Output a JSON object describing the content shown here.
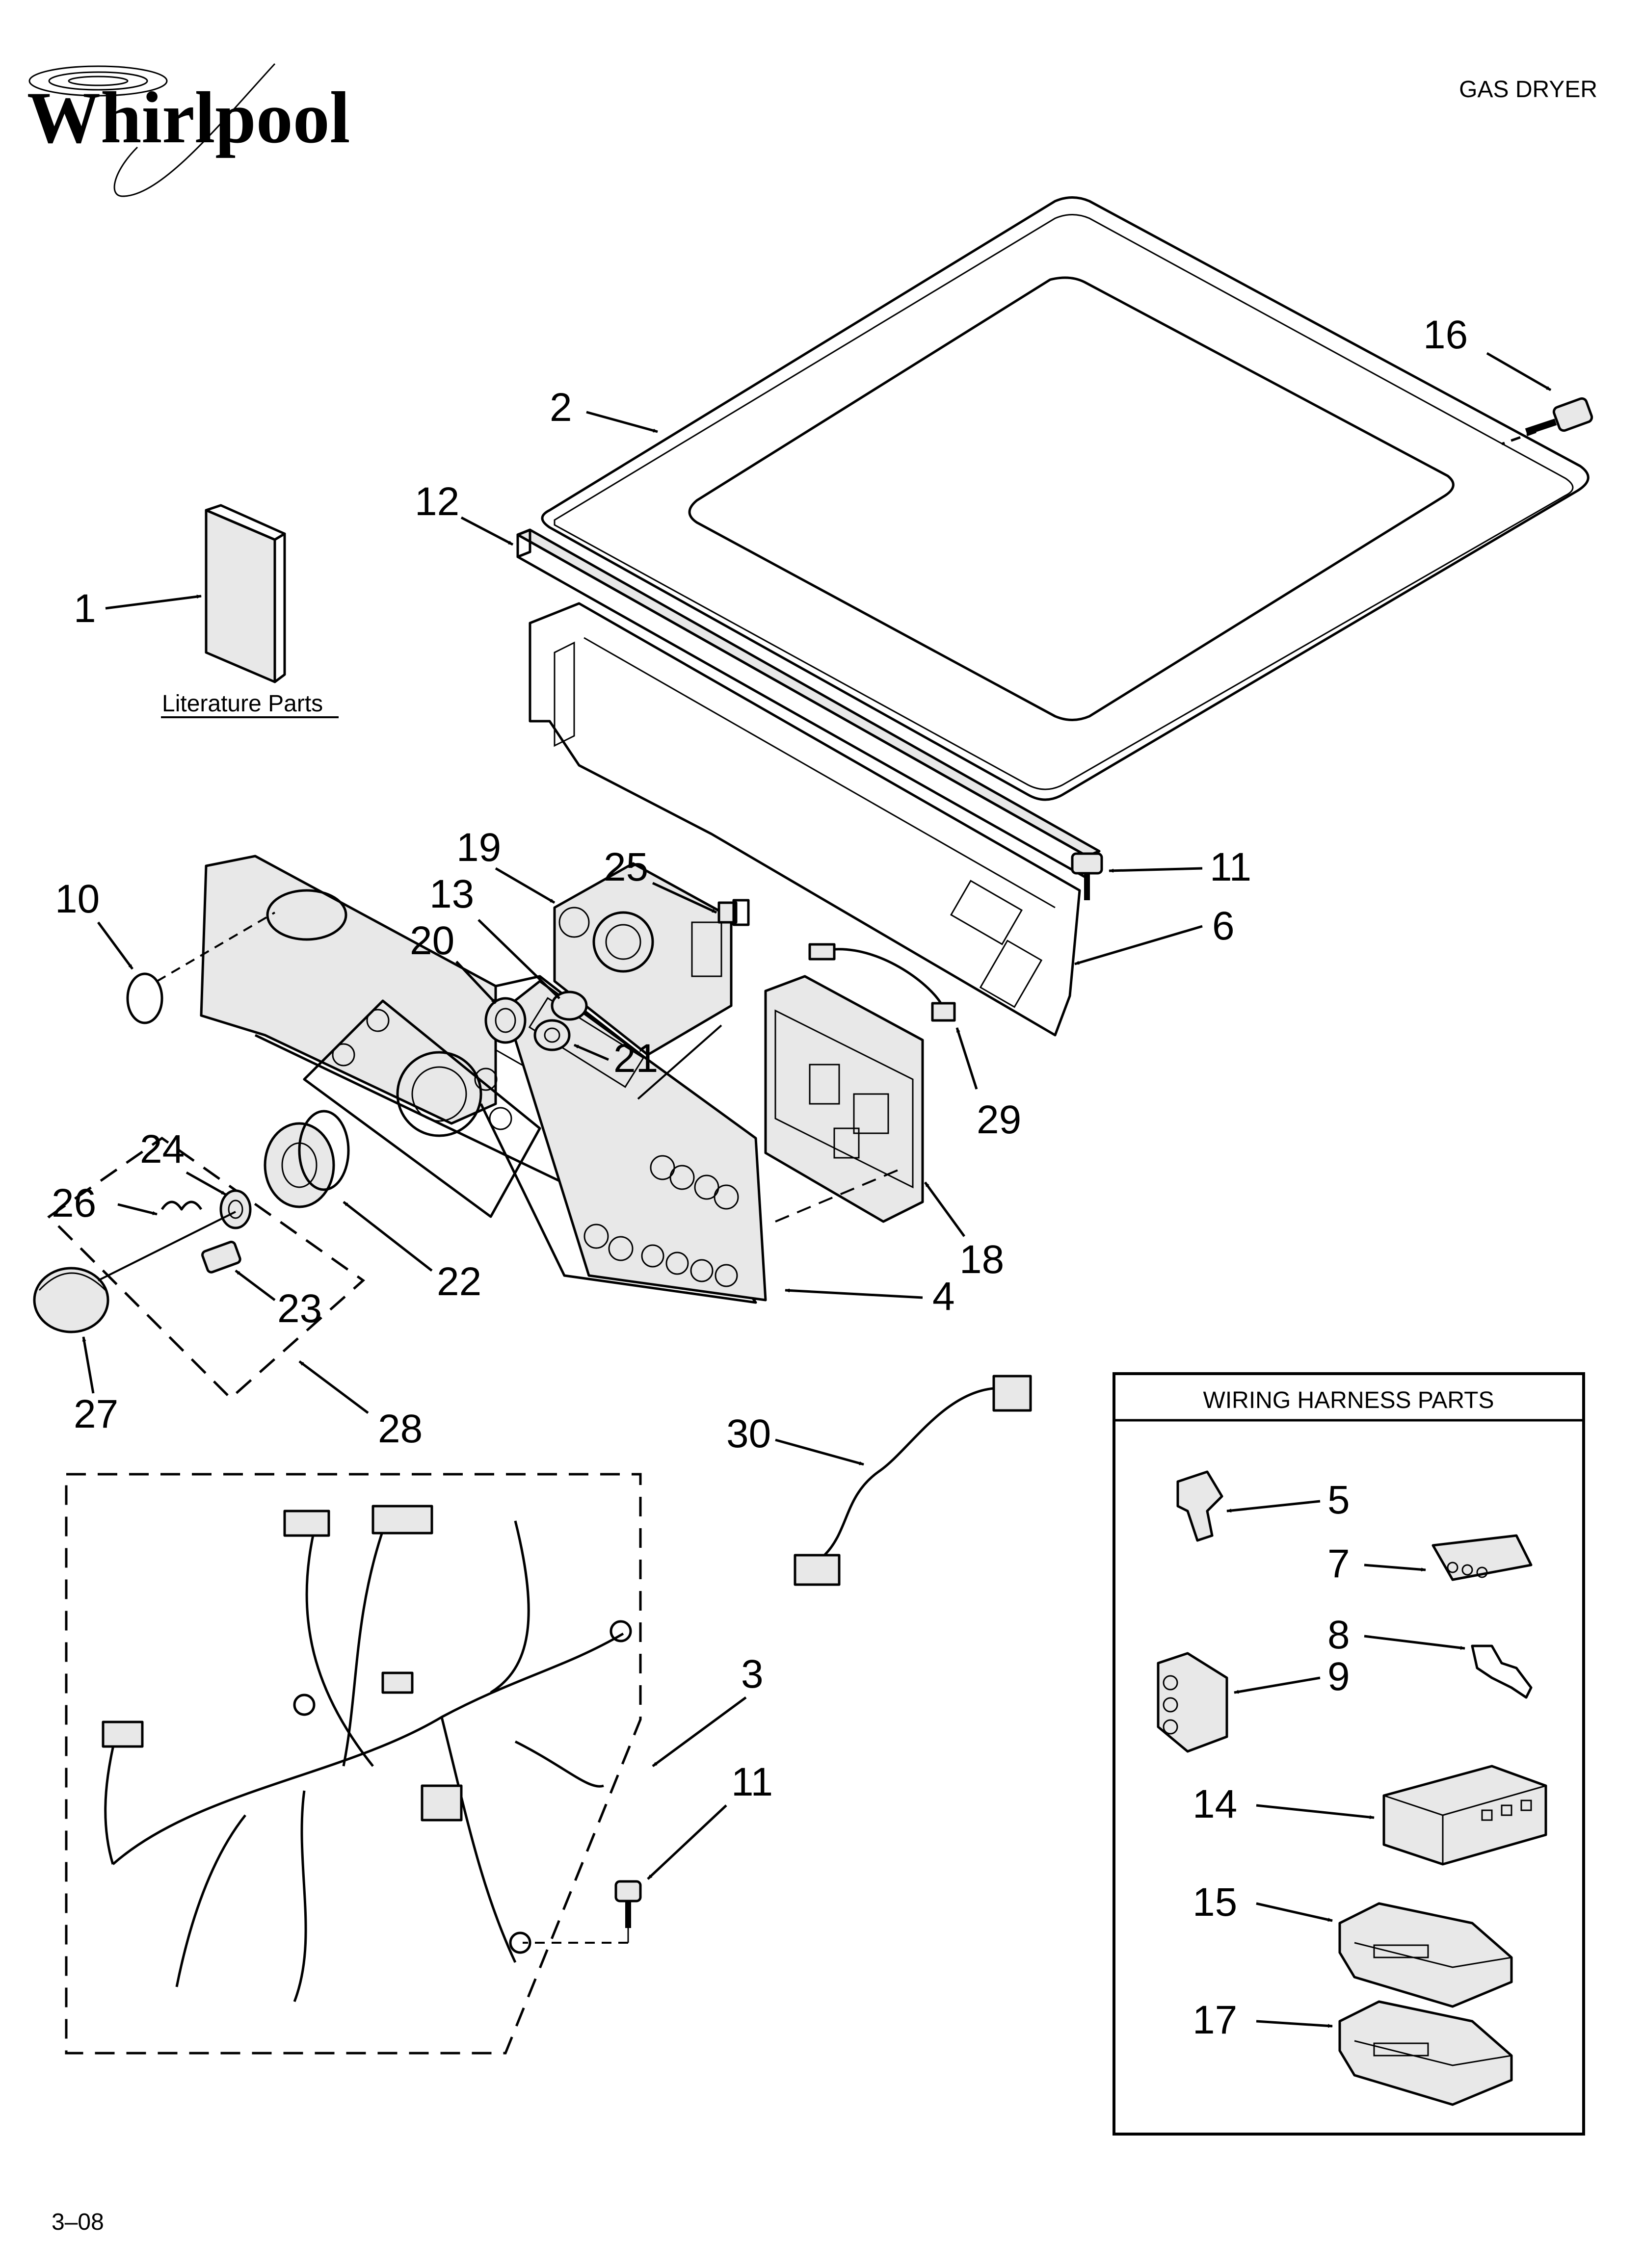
{
  "brand": "Whirlpool",
  "model_label": "GAS DRYER",
  "footer_code": "3–08",
  "literature_label": "Literature Parts",
  "wiring_box_title": "WIRING HARNESS PARTS",
  "callouts": {
    "c1": "1",
    "c2": "2",
    "c3": "3",
    "c4": "4",
    "c5": "5",
    "c6": "6",
    "c7": "7",
    "c8": "8",
    "c9": "9",
    "c10": "10",
    "c11a": "11",
    "c11b": "11",
    "c12": "12",
    "c13": "13",
    "c14": "14",
    "c15": "15",
    "c16": "16",
    "c17": "17",
    "c18": "18",
    "c19": "19",
    "c20": "20",
    "c21": "21",
    "c22": "22",
    "c23": "23",
    "c24": "24",
    "c25": "25",
    "c26": "26",
    "c27": "27",
    "c28": "28",
    "c29": "29",
    "c30": "30"
  }
}
